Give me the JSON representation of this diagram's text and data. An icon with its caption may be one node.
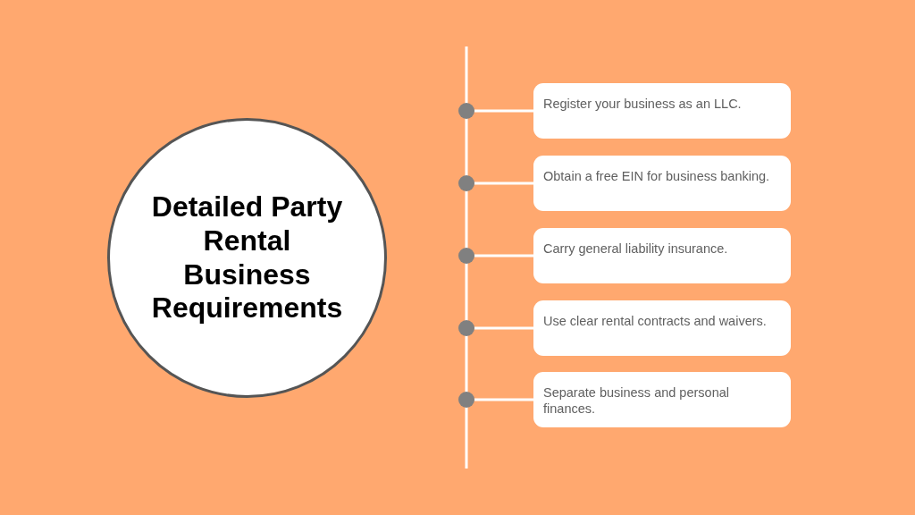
{
  "diagram": {
    "nodes": [
      {
        "text": [
          "Detailed Party Rental Business Requirements"
        ]
      },
      {
        "text": [],
        "shape": "circle"
      },
      {
        "text": [
          "Register your business as an LLC."
        ]
      },
      {
        "text": [],
        "shape": "circle"
      },
      {
        "text": [
          "Obtain a free EIN for business banking."
        ]
      },
      {
        "text": [],
        "shape": "circle"
      },
      {
        "text": [
          "Carry general liability insurance."
        ]
      },
      {
        "text": [],
        "shape": "circle"
      },
      {
        "text": [
          "Use clear rental contracts and waivers."
        ]
      },
      {
        "text": [],
        "shape": "circle"
      },
      {
        "text": [
          "Separate business and personal finances."
        ]
      }
    ],
    "edges": [
      {
        "from": 1,
        "to": 2,
        "arrow": "none"
      },
      {
        "from": 3,
        "to": 4,
        "arrow": "none"
      },
      {
        "from": 5,
        "to": 6,
        "arrow": "none"
      },
      {
        "from": 7,
        "to": 8,
        "arrow": "none"
      },
      {
        "from": 9,
        "to": 10,
        "arrow": "none"
      }
    ]
  }
}
